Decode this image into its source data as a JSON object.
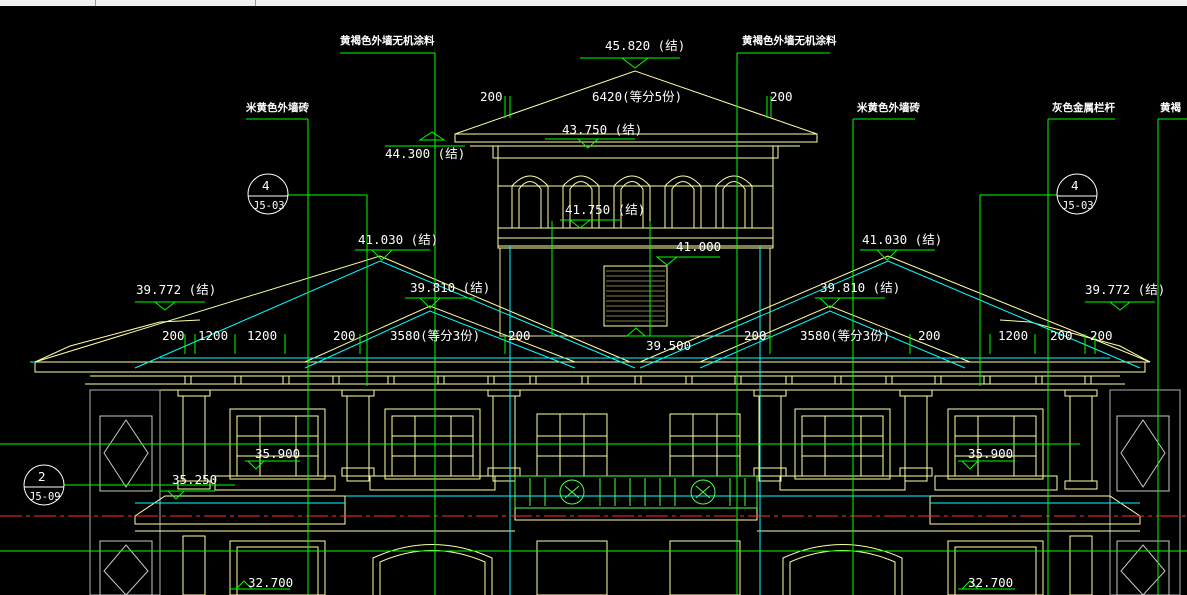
{
  "materials": {
    "yellow_brown_coating": "黄褐色外墙无机涂料",
    "beige_tile": "米黄色外墙砖",
    "grey_railing": "灰色金属栏杆",
    "right_cut": "黄褐"
  },
  "elevations": {
    "top": "45.820 (结)",
    "e44300": "44.300 (结)",
    "e43750": "43.750 (结)",
    "e41750": "41.750 (结)",
    "e41030": "41.030 (结)",
    "e41000": "41.000",
    "e39810": "39.810 (结)",
    "e39772": "39.772 (结)",
    "e39500": "39.500",
    "e35900": "35.900",
    "e35250": "35.250",
    "e32700": "32.700"
  },
  "dimensions": {
    "d200": "200",
    "d1200": "1200",
    "d6420": "6420(等分5份)",
    "d3580": "3580(等分3份)"
  },
  "callouts": [
    {
      "num": "4",
      "ref": "J5-03"
    },
    {
      "num": "4",
      "ref": "J5-03"
    },
    {
      "num": "2",
      "ref": "J5-09"
    }
  ],
  "colors": {
    "background": "#000000",
    "facade_lines": "#ffffa0",
    "leader_lines": "#00ff00",
    "roof_lines": "#00ffff",
    "axis_lines": "#ff0000",
    "text": "#ffffff"
  }
}
